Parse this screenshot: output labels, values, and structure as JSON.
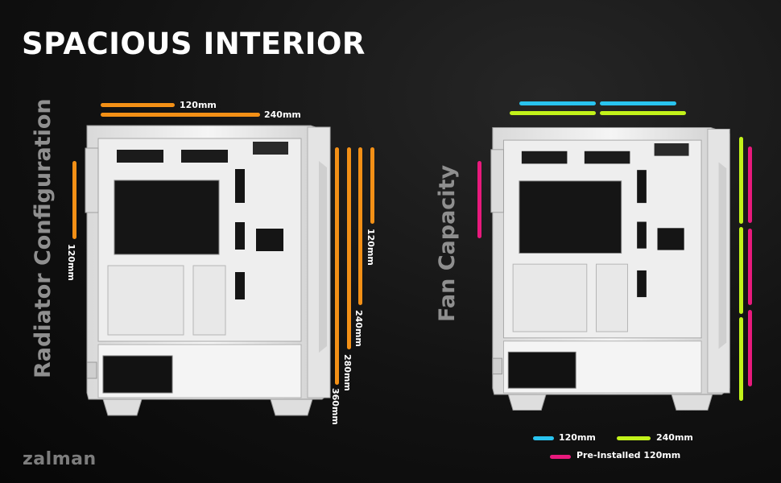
{
  "title": "SPACIOUS INTERIOR",
  "brand": "zalman",
  "left": {
    "side_title": "Radiator Configuration",
    "top_labels": [
      "120mm",
      "240mm"
    ],
    "front_left_label": "120mm",
    "right_labels": [
      "120mm",
      "240mm",
      "280mm",
      "360mm"
    ]
  },
  "right": {
    "side_title": "Fan Capacity"
  },
  "legend": {
    "items": [
      "120mm",
      "240mm",
      "Pre-Installed 120mm"
    ]
  },
  "colors": {
    "orange": "#f39016",
    "cyan": "#29c3ef",
    "lime": "#c2f21a",
    "pink": "#e8197c"
  }
}
